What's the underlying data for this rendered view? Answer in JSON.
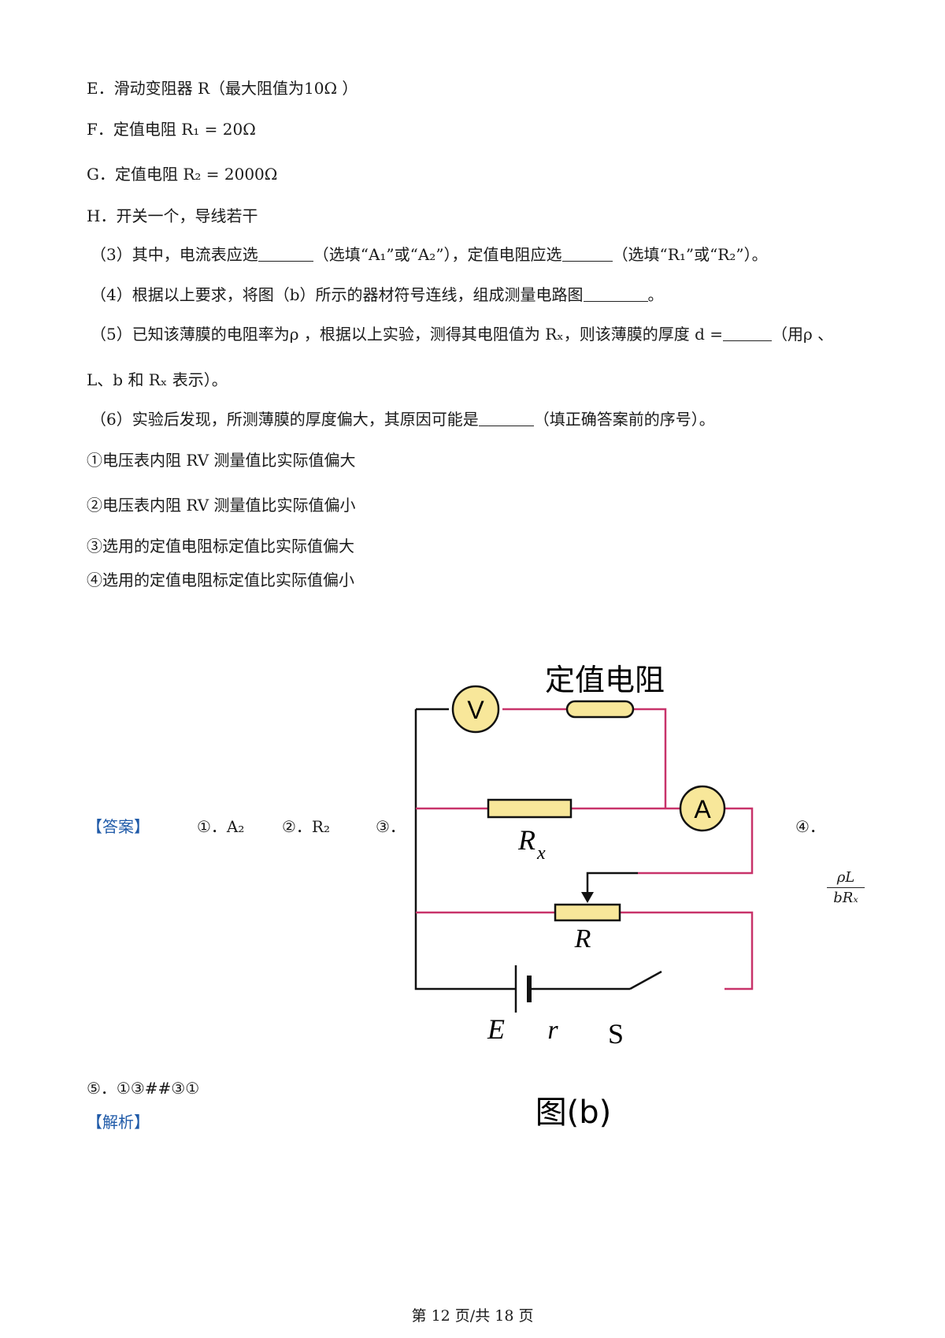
{
  "items": {
    "E": "E．滑动变阻器 R（最大阻值为10Ω ）",
    "F": "F．定值电阻 R₁ = 20Ω",
    "G": "G．定值电阻 R₂ = 2000Ω",
    "H": "H．开关一个，导线若干"
  },
  "questions": {
    "q3a": "（3）其中，电流表应选",
    "q3b": "（选填“A₁”或“A₂”），定值电阻应选",
    "q3c": "（选填“R₁”或“R₂”）。",
    "q4a": "（4）根据以上要求，将图（b）所示的器材符号连线，组成测量电路图",
    "q4b": "。",
    "q5a": "（5）已知该薄膜的电阻率为ρ ，根据以上实验，测得其电阻值为 Rₓ，则该薄膜的厚度 d =",
    "q5b": "（用ρ 、",
    "q5c": "L、b 和 Rₓ 表示）。",
    "q6a": "（6）实验后发现，所测薄膜的厚度偏大，其原因可能是",
    "q6b": "（填正确答案前的序号）。"
  },
  "options": [
    "①电压表内阻 RV 测量值比实际值偏大",
    "②电压表内阻 RV 测量值比实际值偏小",
    "③选用的定值电阻标定值比实际值偏大",
    "④选用的定值电阻标定值比实际值偏小"
  ],
  "answer": {
    "label": "【答案】",
    "a1": "①．A₂",
    "a2": "②．R₂",
    "a3": "③．",
    "a4": "④．",
    "frac_num": "ρL",
    "frac_den": "bRₓ",
    "a5": "⑤．①③##③①"
  },
  "analysis_label": "【解析】",
  "figure": {
    "fixed_resistor_label": "定值电阻",
    "voltmeter": "V",
    "ammeter": "A",
    "rx_label": "R",
    "rx_sub": "x",
    "rheostat_label": "R",
    "emf_label": "E",
    "internal_r_label": "r",
    "switch_label": "S",
    "caption": "图(b)",
    "wire_color": "#111111",
    "added_wire_color": "#c8336a",
    "component_fill": "#f8e79a"
  },
  "footer": "第 12 页/共 18 页"
}
